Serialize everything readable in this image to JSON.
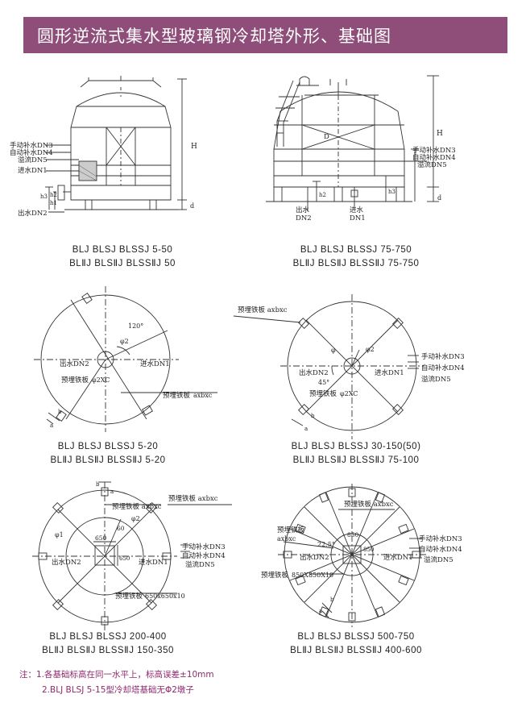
{
  "header": {
    "title": "圆形逆流式集水型玻璃钢冷却塔外形、基础图"
  },
  "elevation_left": {
    "labels": [
      "手动补水DN3",
      "自动补水DN4",
      "溢流DN5",
      "进水DN1",
      "出水DN2"
    ],
    "dims": {
      "H": "H",
      "d": "d",
      "h1": "h1",
      "h2": "h2",
      "h3": "h3"
    },
    "caption_1": "BLJ BLSJ BLSSJ 5-50",
    "caption_2": "BLⅡJ BLSⅡJ BLSSⅡJ 50"
  },
  "elevation_right": {
    "labels": [
      "手动补水DN3",
      "自动补水DN4",
      "溢流DN5"
    ],
    "inlet": "进水",
    "inlet_dn": "DN1",
    "outlet": "出水",
    "outlet_dn": "DN2",
    "dims": {
      "D": "D",
      "H": "H",
      "d": "d",
      "h2": "h2",
      "h3": "h3"
    },
    "caption_1": "BLJ BLSJ BLSSJ 75-750",
    "caption_2": "BLⅡJ BLSⅡJ BLSSⅡJ 75-750"
  },
  "plan_1": {
    "angle": "120°",
    "phi": "φ2",
    "outlet": "出水DN2",
    "inlet": "进水DN1",
    "plate": "预埋铁板",
    "plate_dim": "φ2XC",
    "plate2": "预埋铁板",
    "plate2_dim": "axbxc",
    "a": "a",
    "b": "b",
    "caption_1": "BLJ BLSJ BLSSJ 5-20",
    "caption_2": "BLⅡJ BLSⅡJ BLSSⅡJ 5-20"
  },
  "plan_2": {
    "plate_top": "预埋铁板 axbxc",
    "phi": "φ2",
    "phi_small": "φ",
    "angle": "45°",
    "outlet": "出水DN2",
    "inlet": "进水DN1",
    "labels": [
      "手动补水DN3",
      "自动补水DN4",
      "溢流DN5"
    ],
    "plate": "预埋铁板",
    "plate_dim": "φ2XC",
    "a": "a",
    "b": "b",
    "caption_1": "BLJ BLSJ BLSSJ 30-150(50)",
    "caption_2": "BLⅡJ BLSⅡJ BLSSⅡJ 75-100"
  },
  "plan_3": {
    "b": "b",
    "a": "a",
    "plate_a": "预埋铁板 axbxc",
    "plate_b": "预埋铁板 axbxc",
    "phi2": "φ2",
    "phi1": "φ1",
    "dim60": "60",
    "dim650": "650",
    "dim650v": "650",
    "outlet": "出水DN2",
    "inlet": "进水DN1",
    "labels": [
      "手动补水DN3",
      "自动补水DN4",
      "溢流DN5"
    ],
    "plate_bottom": "预埋铁板",
    "plate_bottom_dim": "650x650x10",
    "caption_1": "BLJ BLSJ BLSSJ 200-400",
    "caption_2": "BLⅡJ BLSⅡJ BLSSⅡJ 150-350"
  },
  "plan_4": {
    "plate_a": "预埋铁板 axbxc",
    "plate_b": "预埋铁板",
    "plate_b_dim": "axbxc",
    "angle": "22.5°",
    "dim850": "850",
    "dim850v": "850",
    "outlet": "出水DN2",
    "inlet": "进水DN1",
    "labels": [
      "手动补水DN3",
      "自动补水DN4",
      "溢流DN5"
    ],
    "plate_bottom": "预埋铁板",
    "plate_bottom_dim": "850X850X10",
    "a": "a",
    "b": "b",
    "caption_1": "BLJ BLSJ BLSSJ 500-750",
    "caption_2": "BLⅡJ BLSⅡJ BLSSⅡJ 400-600"
  },
  "notes": {
    "line1": "注：1.各基础标高在同一水平上，标高误差±10mm",
    "line2": "2.BLJ BLSJ 5-15型冷却塔基础无Φ2墩子"
  }
}
